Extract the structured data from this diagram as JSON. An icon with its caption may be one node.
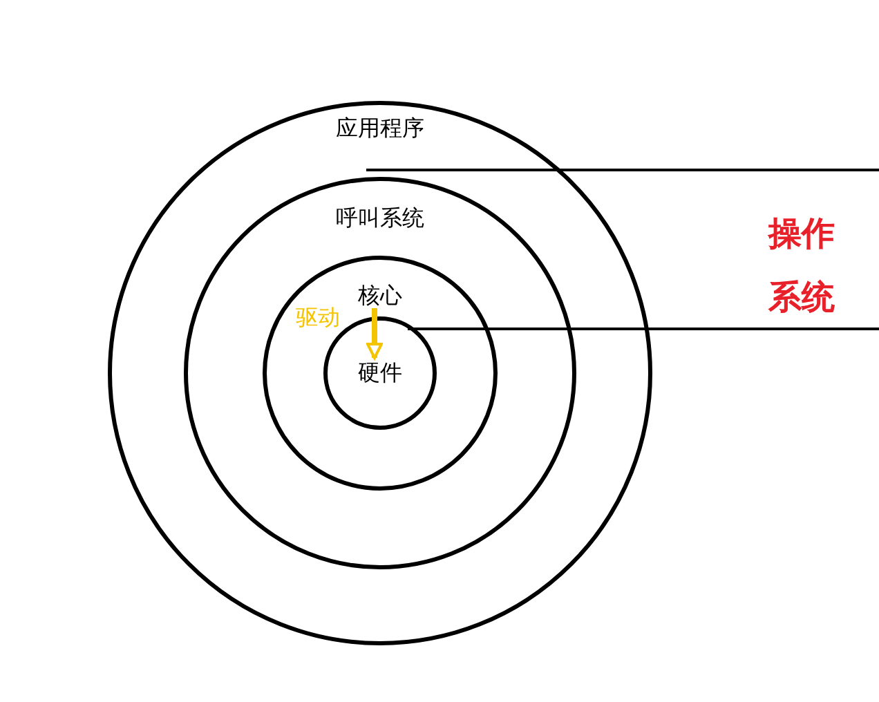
{
  "diagram": {
    "nodes": [
      {
        "text": [
          "应用程序"
        ]
      },
      {
        "text": [
          "呼叫系统"
        ],
        "in": 0
      },
      {
        "text": [
          "核心"
        ],
        "in": 1
      },
      {
        "text": [
          "硬件"
        ],
        "in": 2
      }
    ],
    "edges": [
      {
        "from": null,
        "to": 3,
        "arrow": "to",
        "label": "驱动",
        "color": "#f5c400"
      }
    ],
    "labels": [
      "操作系统"
    ]
  }
}
